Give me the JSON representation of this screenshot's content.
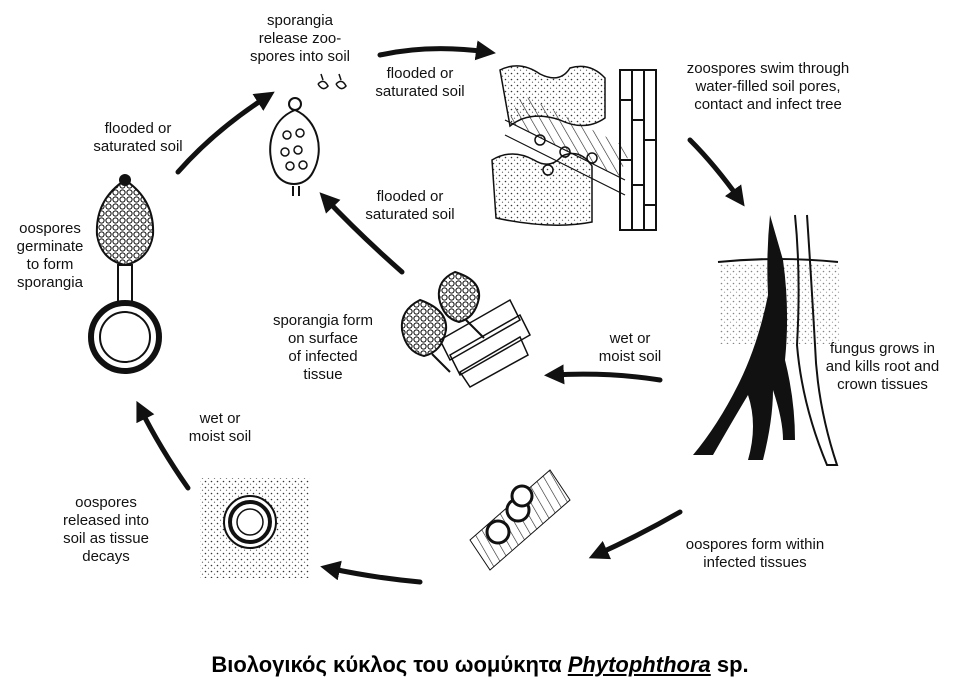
{
  "labels": {
    "zoospores_release": "sporangia\nrelease zoo-\nspores into soil",
    "flooded_top": "flooded or\nsaturated soil",
    "zoospores_swim": "zoospores swim through\nwater-filled soil pores,\ncontact and infect tree",
    "flooded_left": "flooded or\nsaturated soil",
    "oospores_germinate": "oospores\ngerminate\nto form\nsporangia",
    "flooded_center": "flooded or\nsaturated soil",
    "sporangia_form": "sporangia form\non surface\nof infected\ntissue",
    "wet_moist_right": "wet or\nmoist soil",
    "fungus_grows": "fungus grows in\nand kills root and\ncrown tissues",
    "wet_moist_left": "wet or\nmoist soil",
    "oospores_released": "oospores\nreleased into\nsoil as tissue\ndecays",
    "oospores_form": "oospores form within\ninfected tissues"
  },
  "caption": {
    "prefix": "Βιολογικός κύκλος του ωομύκητα ",
    "genus": "Phytophthora",
    "suffix": " sp."
  }
}
